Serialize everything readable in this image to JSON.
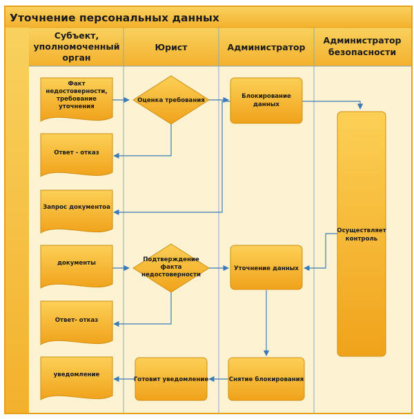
{
  "title": "Уточнение персональных данных",
  "lanes": [
    {
      "id": "subject",
      "label": [
        "Субъект,",
        "уполномоченный",
        "орган"
      ]
    },
    {
      "id": "lawyer",
      "label": [
        "Юрист"
      ]
    },
    {
      "id": "admin",
      "label": [
        "Администратор"
      ]
    },
    {
      "id": "secadmin",
      "label": [
        "Администратор",
        "безопасности"
      ]
    }
  ],
  "nodes": [
    {
      "id": "fact",
      "shape": "document",
      "lines": [
        "Факт",
        "недостоверности,",
        "требование",
        "уточнения"
      ]
    },
    {
      "id": "refuse1",
      "shape": "document",
      "lines": [
        "Ответ - отказ"
      ]
    },
    {
      "id": "request",
      "shape": "document",
      "lines": [
        "Запрос документоа"
      ]
    },
    {
      "id": "docs",
      "shape": "document",
      "lines": [
        "документы"
      ]
    },
    {
      "id": "refuse2",
      "shape": "document",
      "lines": [
        "Ответ- отказ"
      ]
    },
    {
      "id": "notice",
      "shape": "document",
      "lines": [
        "уведомление"
      ]
    },
    {
      "id": "assess",
      "shape": "decision",
      "lines": [
        "Оценка требования"
      ]
    },
    {
      "id": "confirm",
      "shape": "decision",
      "lines": [
        "Подтверждение",
        "факта",
        "недостоверности"
      ]
    },
    {
      "id": "prepare",
      "shape": "process",
      "lines": [
        "Готовит уведомление"
      ]
    },
    {
      "id": "block",
      "shape": "process",
      "lines": [
        "Блокирование",
        "данных"
      ]
    },
    {
      "id": "clarify",
      "shape": "process",
      "lines": [
        "Уточнение данных"
      ]
    },
    {
      "id": "unblock",
      "shape": "process",
      "lines": [
        "Снятие блокирования"
      ]
    },
    {
      "id": "control",
      "shape": "process",
      "lines": [
        "Осуществляет",
        "контроль"
      ]
    }
  ],
  "edges": [
    {
      "from": "fact",
      "to": "assess"
    },
    {
      "from": "assess",
      "to": "block"
    },
    {
      "from": "assess",
      "to": "refuse1"
    },
    {
      "from": "block",
      "to": "request"
    },
    {
      "from": "block",
      "to": "control"
    },
    {
      "from": "docs",
      "to": "confirm"
    },
    {
      "from": "confirm",
      "to": "clarify"
    },
    {
      "from": "confirm",
      "to": "refuse2"
    },
    {
      "from": "control",
      "to": "clarify"
    },
    {
      "from": "clarify",
      "to": "unblock"
    },
    {
      "from": "unblock",
      "to": "prepare"
    },
    {
      "from": "prepare",
      "to": "notice"
    }
  ],
  "colors": {
    "frame": "#e6a117",
    "lane_fill": "#fdf2d2",
    "title_fill": "#f6c13d",
    "node_light": "#fcd056",
    "node_dark": "#f0a21a",
    "node_stroke": "#d08e12",
    "edge": "#3a7ab8",
    "divider": "#8aa9c9"
  }
}
